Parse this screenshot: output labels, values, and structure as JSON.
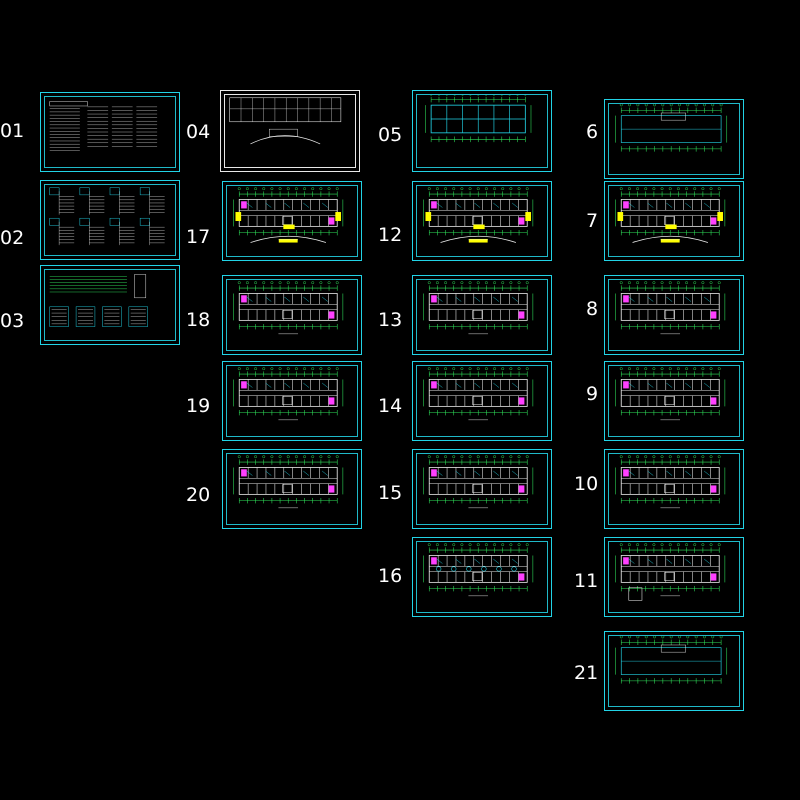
{
  "drawing_set": {
    "colors": {
      "background": "#000000",
      "frame": "#22d3e6",
      "grid_line": "#2fe05a",
      "wall": "#e8e8e8",
      "accent_yellow": "#ffff00",
      "accent_magenta": "#ff40ff",
      "accent_cyan": "#22d3e6"
    },
    "sheets": [
      {
        "number": "01",
        "kind": "notes"
      },
      {
        "number": "02",
        "kind": "schedules"
      },
      {
        "number": "03",
        "kind": "diagrams"
      },
      {
        "number": "04",
        "kind": "site"
      },
      {
        "number": "05",
        "kind": "grid"
      },
      {
        "number": "6",
        "kind": "roof"
      },
      {
        "number": "17",
        "kind": "plan-ground"
      },
      {
        "number": "12",
        "kind": "plan-ground"
      },
      {
        "number": "7",
        "kind": "plan-ground"
      },
      {
        "number": "18",
        "kind": "plan"
      },
      {
        "number": "13",
        "kind": "plan"
      },
      {
        "number": "8",
        "kind": "plan"
      },
      {
        "number": "19",
        "kind": "plan"
      },
      {
        "number": "14",
        "kind": "plan"
      },
      {
        "number": "9",
        "kind": "plan"
      },
      {
        "number": "20",
        "kind": "plan"
      },
      {
        "number": "15",
        "kind": "plan"
      },
      {
        "number": "10",
        "kind": "plan"
      },
      {
        "number": "16",
        "kind": "plan-light"
      },
      {
        "number": "11",
        "kind": "plan-annex"
      },
      {
        "number": "21",
        "kind": "roof"
      }
    ]
  }
}
